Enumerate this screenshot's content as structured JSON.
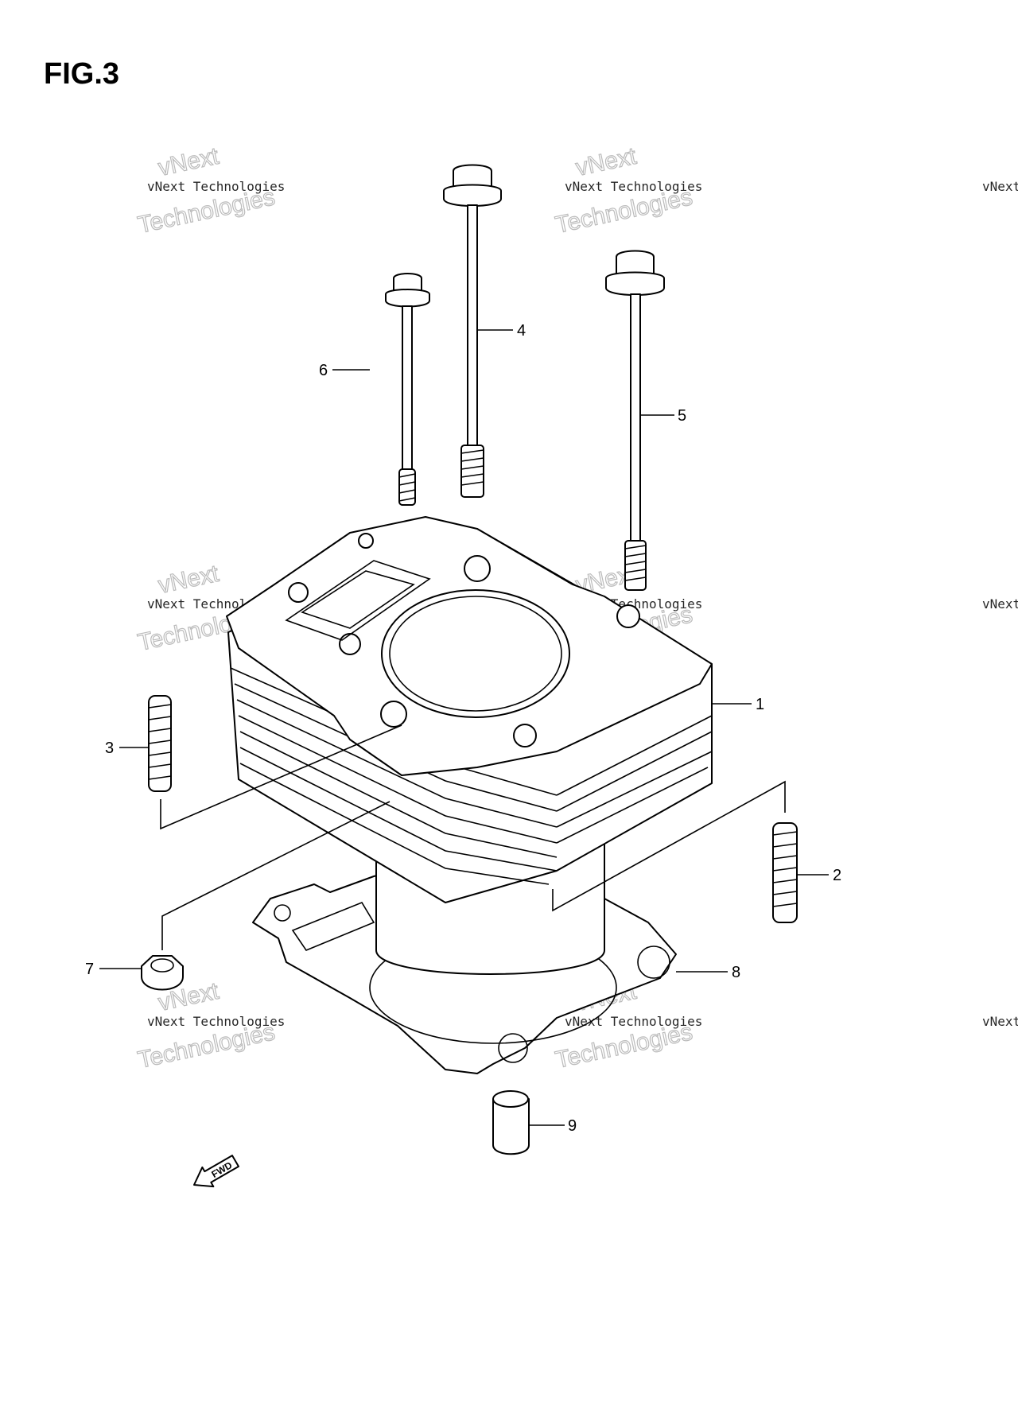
{
  "figure": {
    "title": "FIG.3"
  },
  "callouts": [
    {
      "id": "1",
      "label": "1"
    },
    {
      "id": "2",
      "label": "2"
    },
    {
      "id": "3",
      "label": "3"
    },
    {
      "id": "4",
      "label": "4"
    },
    {
      "id": "5",
      "label": "5"
    },
    {
      "id": "6",
      "label": "6"
    },
    {
      "id": "7",
      "label": "7"
    },
    {
      "id": "8",
      "label": "8"
    },
    {
      "id": "9",
      "label": "9"
    }
  ],
  "watermark": {
    "line1": "vNext Technologies",
    "line2": "vNext",
    "line3": "Technologies"
  },
  "fwd_arrow": {
    "label": "FWD"
  }
}
